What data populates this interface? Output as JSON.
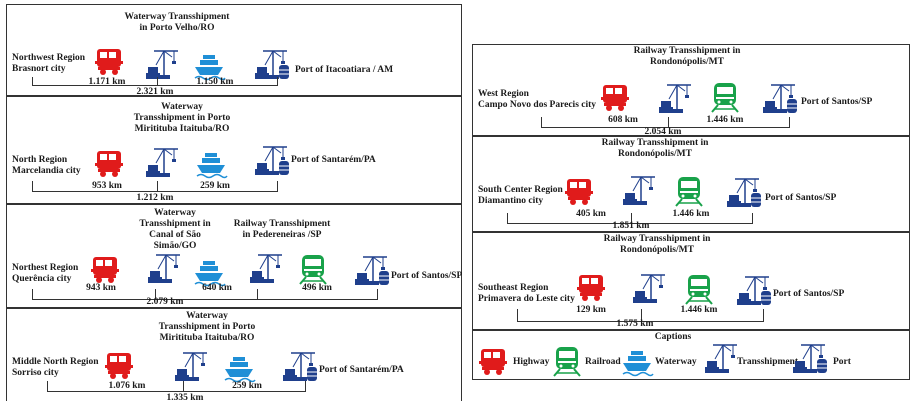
{
  "colors": {
    "highway": "#e01b1b",
    "railroad": "#19a24a",
    "waterway": "#1f8fd6",
    "transshipment": "#1f3f8c",
    "port": "#1f3f8c"
  },
  "routes": {
    "northwest": {
      "region": "Northwest Region",
      "city": "Brasnort city",
      "waterway": "Waterway Transshipment in Porto Velho/RO",
      "d1": "1.171 km",
      "d2": "1.150 km",
      "total": "2.321 km",
      "port": "Port of Itacoatiara / AM"
    },
    "north": {
      "region": "North Region",
      "city": "Marcelandia city",
      "waterway": "Waterway Transshipment in Porto Miritituba Itaituba/RO",
      "d1": "953 km",
      "d2": "259 km",
      "total": "1.212 km",
      "port": "Port of Santarém/PA"
    },
    "northeast": {
      "region": "Northest Region",
      "city": "Querência city",
      "waterway": "Waterway Transshipment in Canal of São Simão/GO",
      "railway": "Railway Transshipment in Pedereneiras /SP",
      "d1": "943 km",
      "d2": "640 km",
      "d3": "496 km",
      "total": "2.079 km",
      "port": "Port of Santos/SP"
    },
    "middle_north": {
      "region": "Middle North Region",
      "city": "Sorriso city",
      "waterway": "Waterway Transshipment in Porto Miritituba Itaituba/RO",
      "d1": "1.076 km",
      "d2": "259 km",
      "total": "1.335 km",
      "port": "Port of Santarém/PA"
    },
    "west": {
      "region": "West Region",
      "city": "Campo Novo dos Parecis city",
      "railway": "Railway Transshipment in Rondonópolis/MT",
      "d1": "608 km",
      "d2": "1.446 km",
      "total": "2.054 km",
      "port": "Port of Santos/SP"
    },
    "south_center": {
      "region": "South Center Region",
      "city": "Diamantino city",
      "railway": "Railway Transshipment in Rondonópolis/MT",
      "d1": "405 km",
      "d2": "1.446 km",
      "total": "1.851 km",
      "port": "Port of Santos/SP"
    },
    "southeast": {
      "region": "Southeast Region",
      "city": "Primavera do Leste city",
      "railway": "Railway Transshipment in Rondonópolis/MT",
      "d1": "129 km",
      "d2": "1.446 km",
      "total": "1.575 km",
      "port": "Port of Santos/SP"
    }
  },
  "captions": {
    "title": "Captions",
    "highway": "Highway",
    "railroad": "Railroad",
    "waterway": "Waterway",
    "transshipment": "Transshipment",
    "port": "Port"
  },
  "icons": [
    "truck-icon",
    "crane-icon",
    "ship-icon",
    "train-icon",
    "port-icon"
  ]
}
